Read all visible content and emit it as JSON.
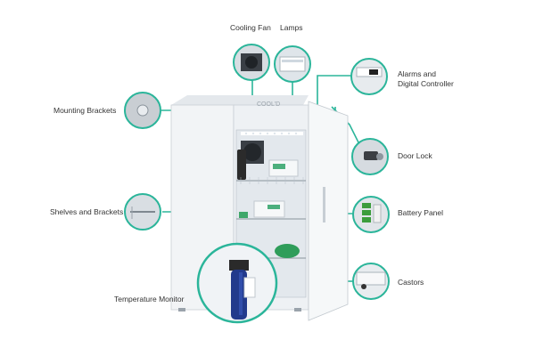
{
  "labels": {
    "cooling_fan": "Cooling Fan",
    "lamps": "Lamps",
    "alarms_line1": "Alarms and",
    "alarms_line2": "Digital Controller",
    "mounting_brackets": "Mounting Brackets",
    "door_lock": "Door Lock",
    "shelves_brackets": "Shelves and Brackets",
    "battery_panel": "Battery Panel",
    "castors": "Castors",
    "temperature_monitor": "Temperature Monitor"
  },
  "brand_text": "COOL'D",
  "colors": {
    "callout_ring": "#2bb59a",
    "leader_line": "#2bb59a",
    "cabinet": "#f2f4f6",
    "interior": "#e9edf1",
    "blue_vial": "#223a8c"
  }
}
